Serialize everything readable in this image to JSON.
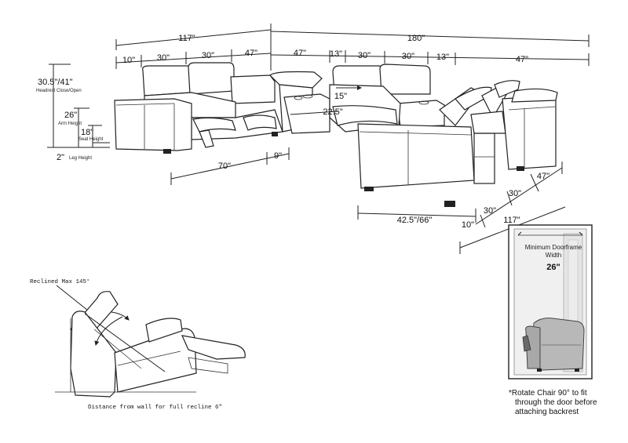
{
  "top_dimensions": {
    "left_overall": "117\"",
    "right_overall": "180\"",
    "segments": [
      "10\"",
      "30\"",
      "30\"",
      "47\"",
      "47\"",
      "13\"",
      "30\"",
      "30\"",
      "13\"",
      "47\""
    ]
  },
  "height_dimensions": {
    "headrest_value": "30.5\"/41\"",
    "headrest_label": "Headrest Close/Open",
    "arm_value": "26\"",
    "arm_label": "Arm Height",
    "seat_value": "18\"",
    "seat_label": "Seat Height",
    "leg_value": "2\"",
    "leg_label": "Leg Height"
  },
  "bottom_dimensions": {
    "left_length": "70\"",
    "left_small": "9\"",
    "depth_inner": "15\"",
    "depth_corner": "22.5\"",
    "recline_depth": "42.5\"/66\"",
    "right_side": [
      "10\"",
      "30\"",
      "30\"",
      "47\"",
      "117\""
    ]
  },
  "recline_diagram": {
    "max_label": "Reclined Max 145°",
    "wall_label": "Distance from wall for full recline 6\""
  },
  "door_diagram": {
    "title_line1": "Minimum Doorframe",
    "title_line2": "Width",
    "width_value": "26\"",
    "note_line1": "*Rotate Chair 90° to fit",
    "note_line2": "through the door before",
    "note_line3": "attaching backrest"
  }
}
